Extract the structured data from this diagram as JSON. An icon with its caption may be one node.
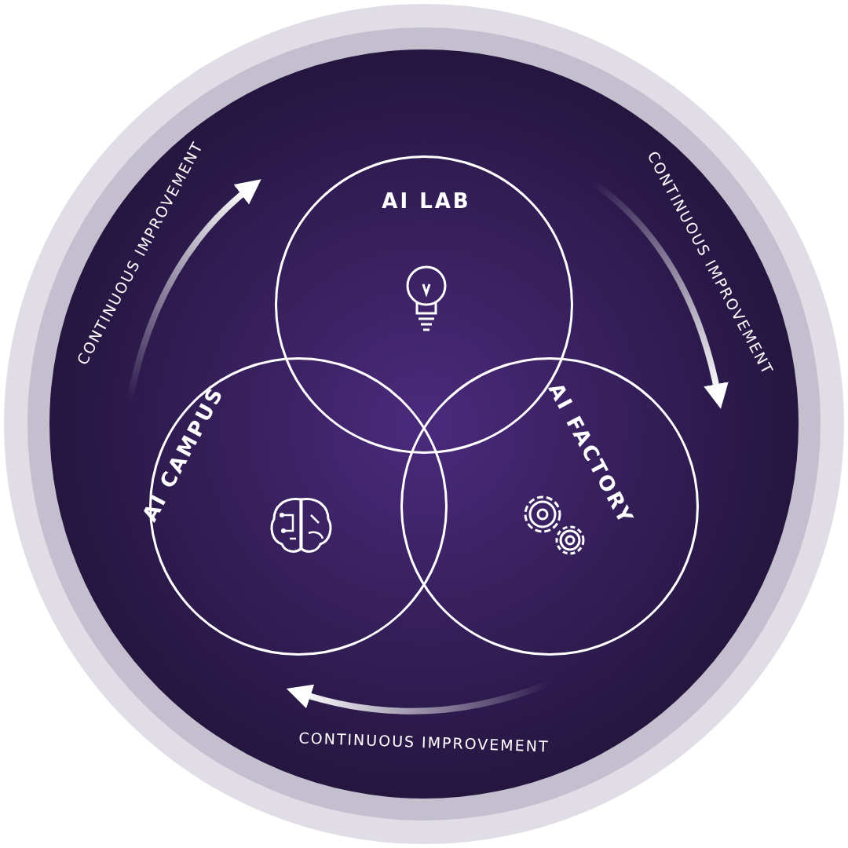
{
  "diagram": {
    "nodes": [
      {
        "text": [
          "AI LAB"
        ]
      },
      {
        "text": [
          "AI CAMPUS"
        ]
      },
      {
        "text": [
          "AI FACTORY"
        ]
      }
    ],
    "labels": [
      "CONTINUOUS IMPROVEMENT",
      "CONTINUOUS IMPROVEMENT",
      "CONTINUOUS IMPROVEMENT"
    ]
  }
}
